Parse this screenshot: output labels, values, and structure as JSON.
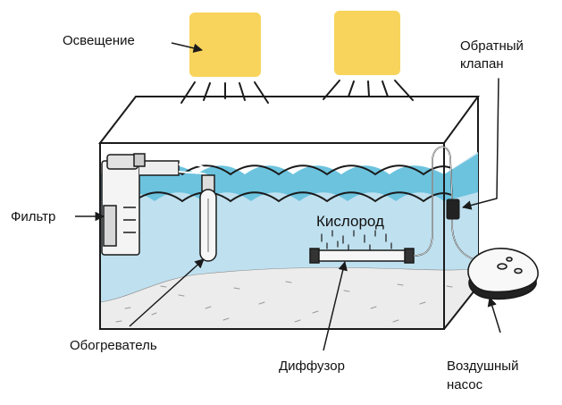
{
  "labels": {
    "lighting": "Освещение",
    "check_valve": [
      "Обратный",
      "клапан"
    ],
    "filter": "Фильтр",
    "oxygen": "Кислород",
    "heater": "Обогреватель",
    "diffuser": "Диффузор",
    "air_pump": [
      "Воздушный",
      "насос"
    ]
  },
  "colors": {
    "lamp": "#F8D45C",
    "water": "#BFE0EF",
    "water_surface": "#6CC3DE",
    "water_deep": "#2E9BBE",
    "sand": "#ECECEC",
    "outline": "#1A1A1A"
  }
}
